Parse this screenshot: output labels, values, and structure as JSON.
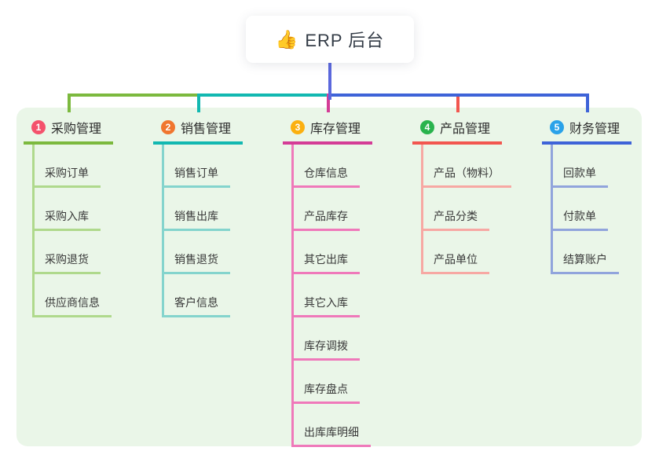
{
  "root": {
    "icon": "👍",
    "label": "ERP 后台"
  },
  "canvas": {
    "background": "#ffffff",
    "panel_background": "#eaf6e8",
    "root_line_color": "#5b68dd"
  },
  "branches": [
    {
      "badge": "1",
      "label": "采购管理",
      "badge_color": "#f4526c",
      "line_color": "#7cb93e",
      "light_line_color": "#afd98c",
      "children": [
        "采购订单",
        "采购入库",
        "采购退货",
        "供应商信息"
      ]
    },
    {
      "badge": "2",
      "label": "销售管理",
      "badge_color": "#f0762f",
      "line_color": "#12b8b1",
      "light_line_color": "#84d4cd",
      "children": [
        "销售订单",
        "销售出库",
        "销售退货",
        "客户信息"
      ]
    },
    {
      "badge": "3",
      "label": "库存管理",
      "badge_color": "#fbb00f",
      "line_color": "#d43c96",
      "light_line_color": "#ef79ba",
      "children": [
        "仓库信息",
        "产品库存",
        "其它出库",
        "其它入库",
        "库存调拨",
        "库存盘点",
        "出库库明细"
      ]
    },
    {
      "badge": "4",
      "label": "产品管理",
      "badge_color": "#29b34d",
      "line_color": "#f2564f",
      "light_line_color": "#f7a8a3",
      "children": [
        "产品（物料）",
        "产品分类",
        "产品单位"
      ]
    },
    {
      "badge": "5",
      "label": "财务管理",
      "badge_color": "#2aa2e9",
      "line_color": "#3e63d8",
      "light_line_color": "#91a4dc",
      "children": [
        "回款单",
        "付款单",
        "结算账户"
      ]
    }
  ]
}
